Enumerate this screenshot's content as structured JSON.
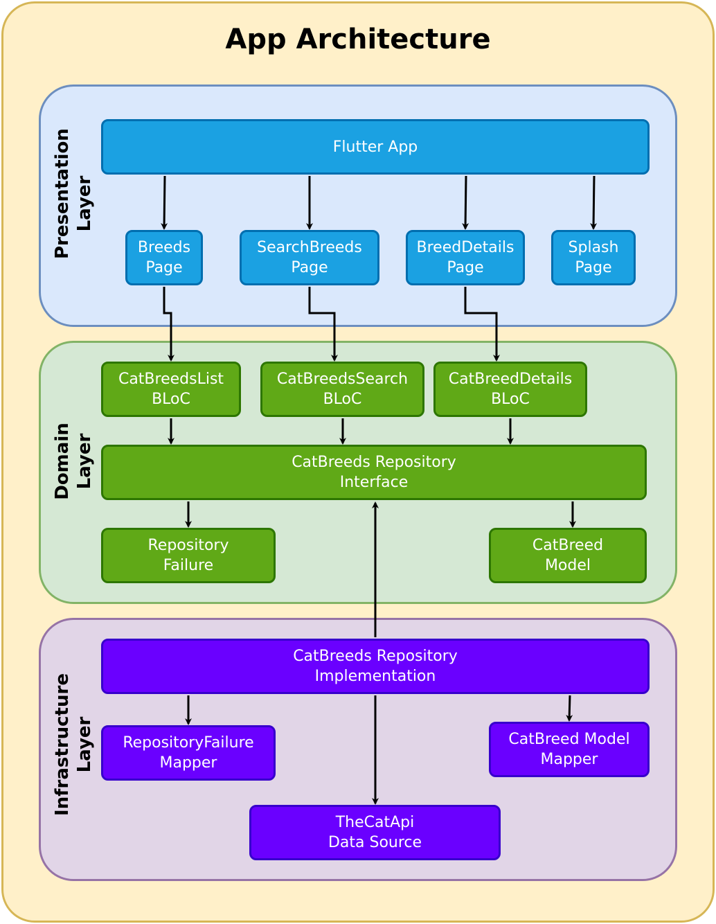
{
  "title": "App Architecture",
  "layers": {
    "presentation": "Presentation\nLayer",
    "domain": "Domain\nLayer",
    "infrastructure": "Infrastructure\nLayer"
  },
  "nodes": {
    "flutter_app": "Flutter App",
    "breeds_page": "Breeds\nPage",
    "search_breeds_page": "SearchBreeds\nPage",
    "breed_details_page": "BreedDetails\nPage",
    "splash_page": "Splash\nPage",
    "cat_breeds_list_bloc": "CatBreedsList\nBLoC",
    "cat_breeds_search_bloc": "CatBreedsSearch\nBLoC",
    "cat_breed_details_bloc": "CatBreedDetails\nBLoC",
    "repository_interface": "CatBreeds Repository\nInterface",
    "repository_failure": "Repository\nFailure",
    "cat_breed_model": "CatBreed\nModel",
    "repository_implementation": "CatBreeds Repository\nImplementation",
    "repository_failure_mapper": "RepositoryFailure\nMapper",
    "cat_breed_model_mapper": "CatBreed Model\nMapper",
    "the_cat_api_data_source": "TheCatApi\nData Source"
  },
  "colors": {
    "presentation_fill": "#1ba1e2",
    "domain_fill": "#60a917",
    "infrastructure_fill": "#6a00ff"
  }
}
